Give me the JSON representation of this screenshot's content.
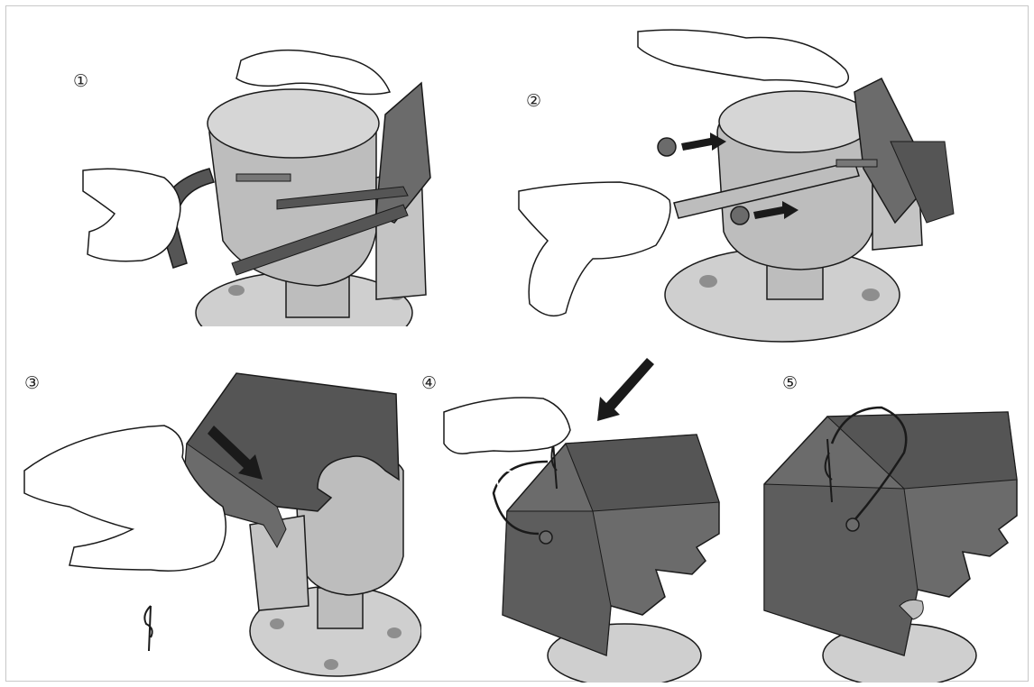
{
  "figure": {
    "steps": [
      {
        "marker": "①"
      },
      {
        "marker": "②"
      },
      {
        "marker": "③"
      },
      {
        "marker": "④"
      },
      {
        "marker": "⑤"
      }
    ],
    "colors": {
      "line": "#1a1a1a",
      "housing": "#bdbdbd",
      "housing_light": "#d6d6d6",
      "cover_dark": "#555555",
      "cover_mid": "#6b6b6b",
      "flange": "#cfcfcf",
      "bolt_hole": "#8e8e8e",
      "arrow": "#1a1a1a",
      "glove": "#ffffff"
    },
    "icons": [
      "glove-hand-icon",
      "arrow-icon",
      "nut-icon",
      "pin-icon",
      "cable-icon"
    ]
  }
}
